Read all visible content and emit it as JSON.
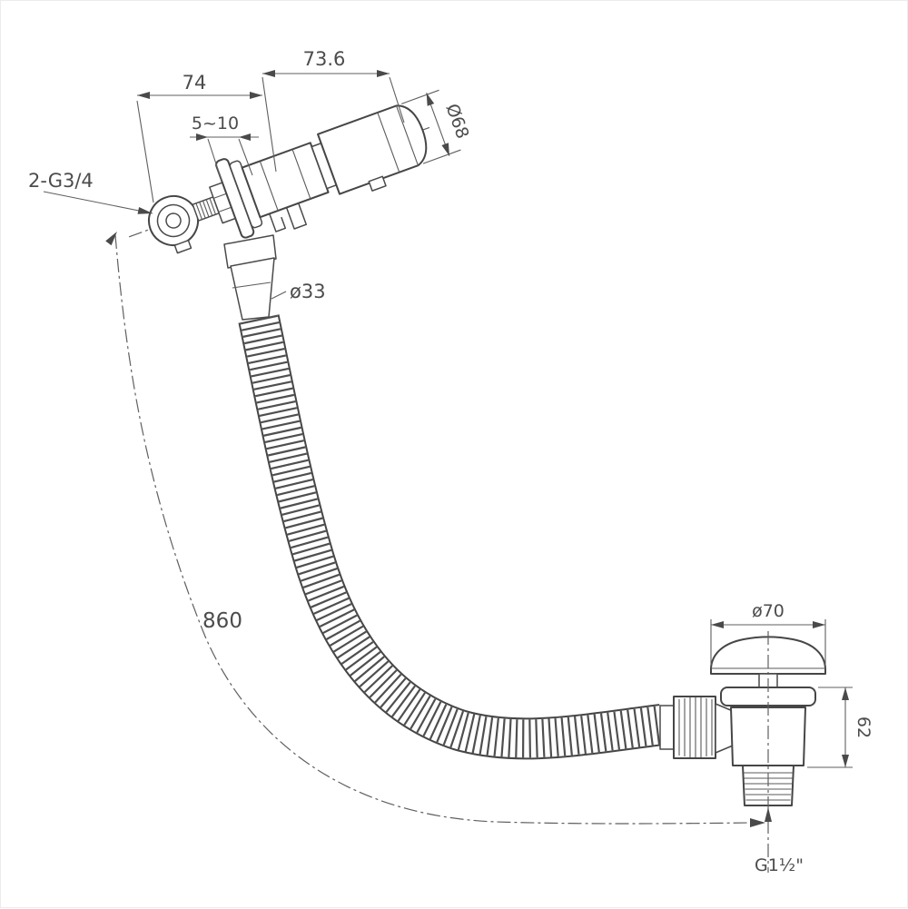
{
  "drawing": {
    "labels": {
      "width_left": "74",
      "width_right": "73.6",
      "wall_gap": "5~10",
      "overflow_dia": "Ø68",
      "inlet_thread": "2-G3/4",
      "hose_dia": "ø33",
      "hose_length": "860",
      "cap_dia": "ø70",
      "body_height": "62",
      "outlet_thread": "G1½\""
    },
    "colors": {
      "line": "#464646",
      "dimension": "#5f5f5f",
      "background": "#ffffff"
    }
  }
}
